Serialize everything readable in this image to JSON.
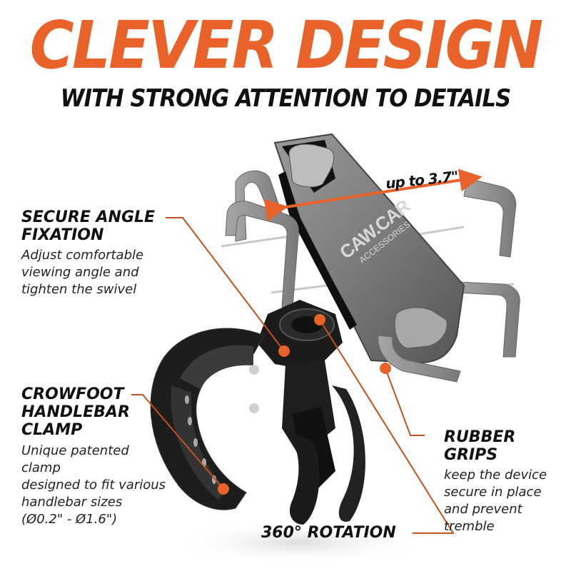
{
  "header": {
    "title": "CLEVER DESIGN",
    "subtitle": "WITH STRONG ATTENTION TO DETAILS"
  },
  "colors": {
    "accent": "#e8622a",
    "text": "#111111",
    "product_dark": "#1c1c1c",
    "product_grey": "#8a8a8a"
  },
  "product": {
    "brand_logo": "CAW.CAR",
    "brand_sub": "ACCESSORIES",
    "dimension_label": "up to 3.7\""
  },
  "features": [
    {
      "title": "SECURE ANGLE\nFIXATION",
      "description": "Adjust comfortable\nviewing angle and\ntighten the swivel"
    },
    {
      "title": "CROWFOOT\nHANDLEBAR\nCLAMP",
      "description": "Unique patented\nclamp\ndesigned to fit various\nhandlebar sizes\n (Ø0.2\" - Ø1.6\")"
    },
    {
      "title": "RUBBER\nGRIPS",
      "description": "keep the device\nsecure in place\n    and prevent\n      tremble"
    },
    {
      "title": "360° ROTATION",
      "description": ""
    }
  ]
}
